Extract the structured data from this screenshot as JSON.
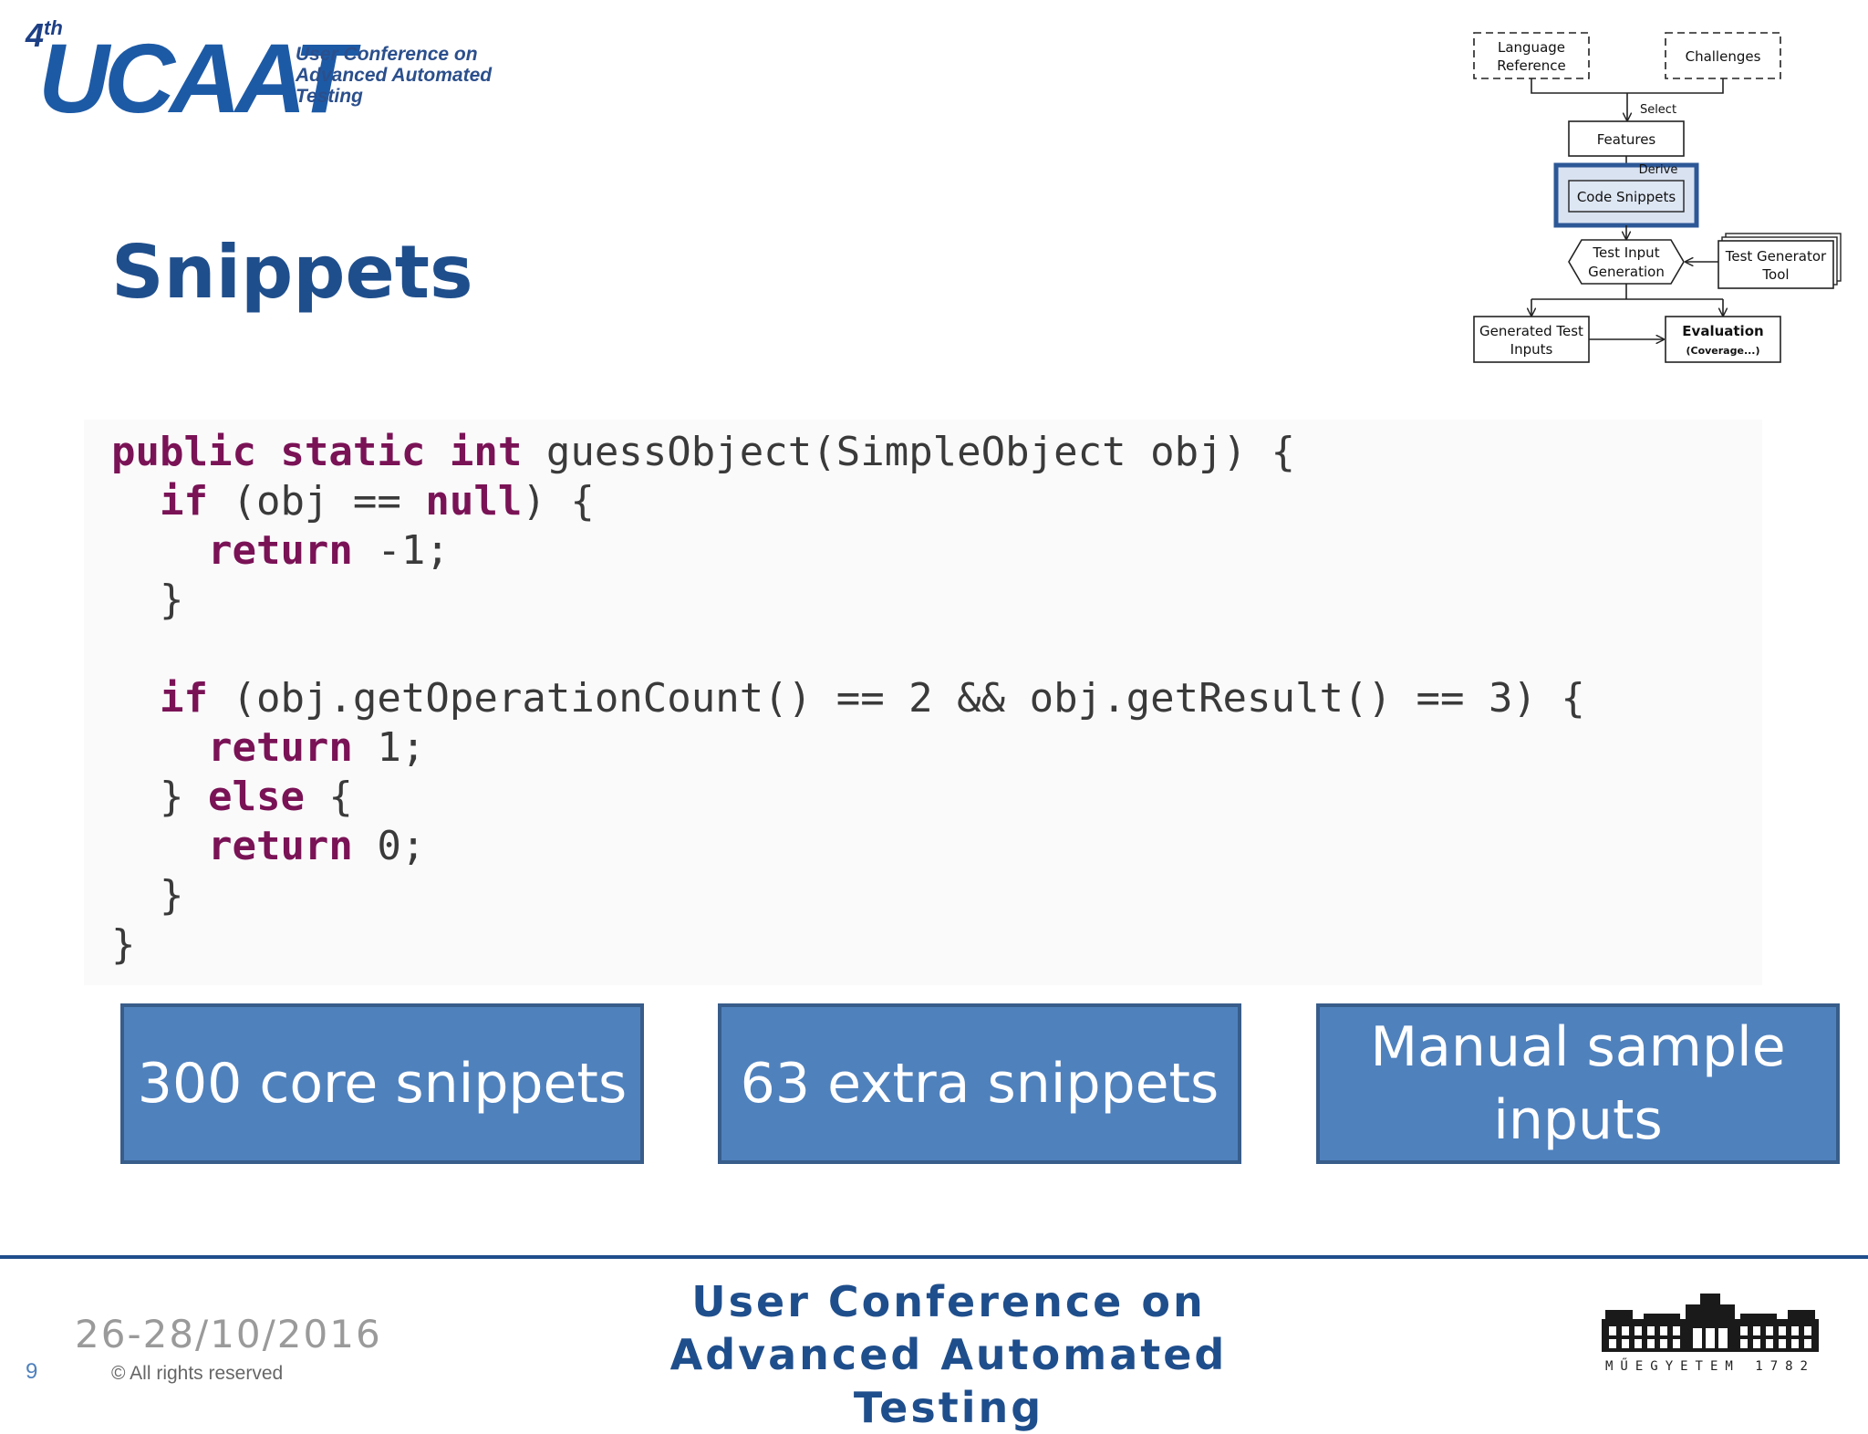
{
  "header": {
    "logo_ordinal": "4",
    "logo_ordinal_suffix": "th",
    "logo_name": "UCAAT",
    "logo_line1": "User Conference on",
    "logo_line2": "Advanced Automated Testing"
  },
  "title": "Snippets",
  "diagram": {
    "language_reference": [
      "Language",
      "Reference"
    ],
    "challenges": "Challenges",
    "select_label": "Select",
    "features": "Features",
    "derive_label": "Derive",
    "code_snippets": "Code Snippets",
    "test_input_generation": [
      "Test Input",
      "Generation"
    ],
    "test_generator_tool": [
      "Test Generator",
      "Tool"
    ],
    "generated_test_inputs": [
      "Generated Test",
      "Inputs"
    ],
    "evaluation": "Evaluation",
    "evaluation_sub": "(Coverage...)"
  },
  "code_lines": [
    [
      {
        "t": "public static int",
        "k": true
      },
      {
        "t": " guessObject(SimpleObject obj) {"
      }
    ],
    [
      {
        "t": "  "
      },
      {
        "t": "if",
        "k": true
      },
      {
        "t": " (obj == "
      },
      {
        "t": "null",
        "k": true
      },
      {
        "t": ") {"
      }
    ],
    [
      {
        "t": "    "
      },
      {
        "t": "return",
        "k": true
      },
      {
        "t": " -1;"
      }
    ],
    [
      {
        "t": "  }"
      }
    ],
    [
      {
        "t": ""
      }
    ],
    [
      {
        "t": "  "
      },
      {
        "t": "if",
        "k": true
      },
      {
        "t": " (obj.getOperationCount() == 2 && obj.getResult() == 3) {"
      }
    ],
    [
      {
        "t": "    "
      },
      {
        "t": "return",
        "k": true
      },
      {
        "t": " 1;"
      }
    ],
    [
      {
        "t": "  } "
      },
      {
        "t": "else",
        "k": true
      },
      {
        "t": " {"
      }
    ],
    [
      {
        "t": "    "
      },
      {
        "t": "return",
        "k": true
      },
      {
        "t": " 0;"
      }
    ],
    [
      {
        "t": "  }"
      }
    ],
    [
      {
        "t": "}"
      }
    ]
  ],
  "boxes": [
    {
      "label": "300 core snippets"
    },
    {
      "label": "63 extra snippets"
    },
    {
      "label": "Manual sample inputs"
    }
  ],
  "footer": {
    "page_number": "9",
    "date": "26-28/10/2016",
    "rights": "© All rights reserved",
    "conf_line1": "User Conference on",
    "conf_line2": "Advanced Automated Testing",
    "building_text": "MŰEGYETEM 1782"
  },
  "colors": {
    "title": "#1f4e8c",
    "box_fill": "#4f81bd",
    "box_border": "#385d8a",
    "keyword": "#7a1256"
  }
}
